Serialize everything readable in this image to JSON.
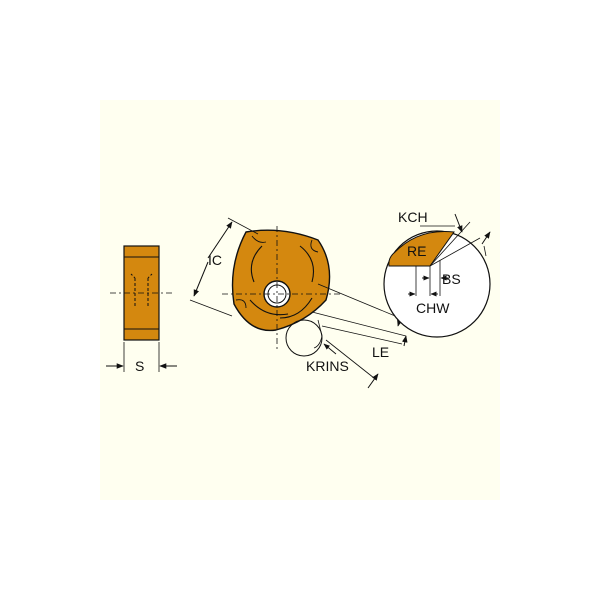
{
  "colors": {
    "background": "#FFFFF0",
    "insert_fill": "#D4880F",
    "insert_shadow": "#B06A0A",
    "outline": "#111111",
    "detail_circle_fill": "#FFFFFF"
  },
  "labels": {
    "s": "S",
    "ic": "IC",
    "krins": "KRINS",
    "le": "LE",
    "kch": "KCH",
    "re": "RE",
    "bs": "BS",
    "chw": "CHW"
  }
}
